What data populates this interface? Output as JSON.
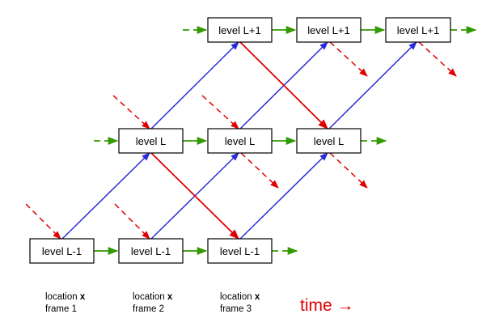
{
  "colors": {
    "green": "#339900",
    "blue": "#2b2bd6",
    "red": "#e00000",
    "box_stroke": "#000000"
  },
  "levels": {
    "top": "level L+1",
    "mid": "level L",
    "bottom": "level L-1"
  },
  "captions": [
    {
      "line1": "location ",
      "bold": "x",
      "line2": "frame 1"
    },
    {
      "line1": "location ",
      "bold": "x",
      "line2": "frame 2"
    },
    {
      "line1": "location ",
      "bold": "x",
      "line2": "frame 3"
    }
  ],
  "time_label": "time",
  "time_arrow": "→"
}
